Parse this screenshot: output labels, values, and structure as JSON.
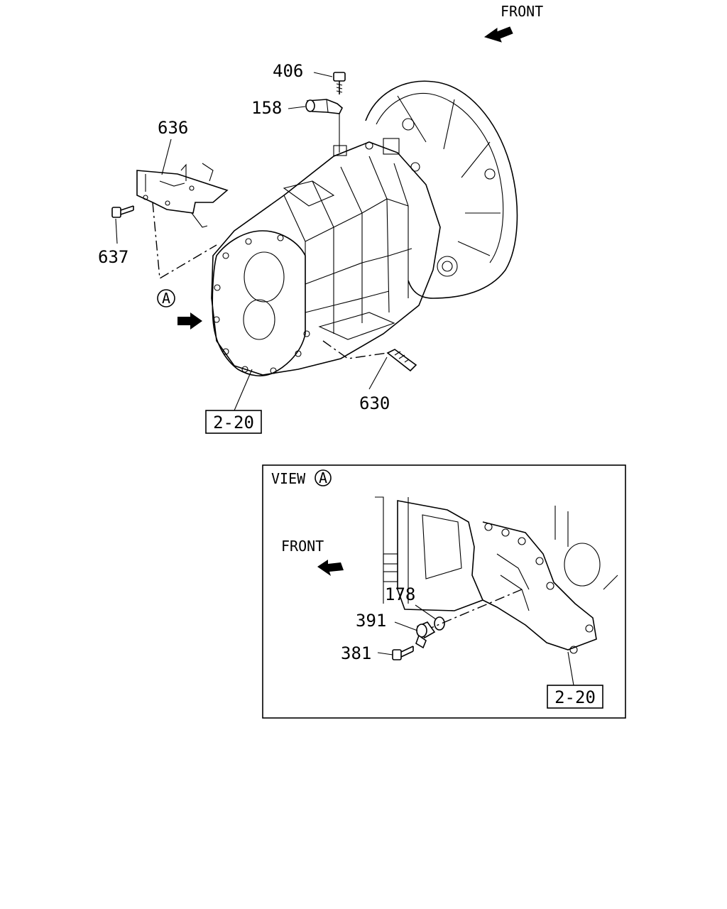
{
  "top_view": {
    "front_label": "FRONT",
    "callouts": [
      "406",
      "158",
      "636",
      "637",
      "630"
    ],
    "view_marker": "A",
    "ref_box": "2-20"
  },
  "inset": {
    "title": "VIEW",
    "view_marker": "A",
    "front_label": "FRONT",
    "callouts": [
      "178",
      "391",
      "381"
    ],
    "ref_box": "2-20"
  }
}
